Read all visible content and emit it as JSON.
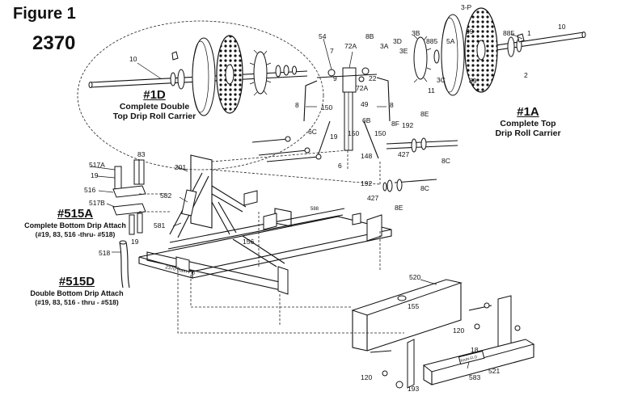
{
  "figure": {
    "title": "Figure 1",
    "model": "2370"
  },
  "captions": {
    "c1d": {
      "ref": "#1D",
      "lines": [
        "Complete Double",
        "Top Drip Roll Carrier"
      ]
    },
    "c1a": {
      "ref": "#1A",
      "lines": [
        "Complete Top",
        "Drip Roll Carrier"
      ]
    },
    "c515a": {
      "ref": "#515A",
      "lines": [
        "Complete Bottom Drip Attach"
      ],
      "sub": "(#19, 83, 516 -thru- #518)"
    },
    "c515d": {
      "ref": "#515D",
      "lines": [
        "Double Bottom Drip Attach"
      ],
      "sub": "(#19, 83, 516 - thru - #518)"
    }
  },
  "part_labels": [
    "3-P",
    "10",
    "885",
    "1",
    "2",
    "5A",
    "89",
    "89",
    "3C",
    "3B",
    "885",
    "11",
    "3D",
    "3E",
    "3A",
    "8B",
    "72A",
    "7",
    "54",
    "9",
    "22",
    "72A",
    "10",
    "8",
    "150",
    "49",
    "6B",
    "8",
    "6C",
    "19",
    "150",
    "150",
    "148",
    "6",
    "8F",
    "192",
    "8E",
    "427",
    "8C",
    "192",
    "427",
    "8C",
    "8E",
    "83",
    "517A",
    "19",
    "516",
    "517B",
    "19",
    "518",
    "201",
    "582",
    "581",
    "156",
    "588",
    "2370 Rain-Flo",
    "520",
    "155",
    "120",
    "18",
    "120",
    "521",
    "583",
    "193",
    "RAIN-FLO"
  ]
}
